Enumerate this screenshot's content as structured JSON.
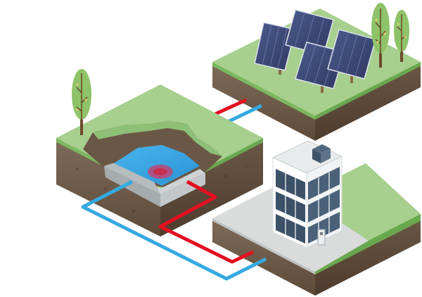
{
  "scene": {
    "elements": [
      "solar-panel-block",
      "thermal-storage-pit-block",
      "office-building-block"
    ],
    "pipes": {
      "hot_color": "#e3101f",
      "cold_color": "#35a9e0"
    },
    "colors": {
      "grass_top": "#a7cf8d",
      "grass_edge": "#7db860",
      "soil_light": "#7a6452",
      "soil_dark": "#5b4838",
      "panel": "#3c4a78",
      "water": "#3aa9e6",
      "concrete": "#d9dcdb",
      "building_window": "#3c5168",
      "tree_leaf": "#8fc36a",
      "trunk": "#6b4a2b"
    },
    "icons": [
      "solar-panel-icon",
      "tree-icon",
      "building-icon",
      "water-pit-icon"
    ]
  }
}
